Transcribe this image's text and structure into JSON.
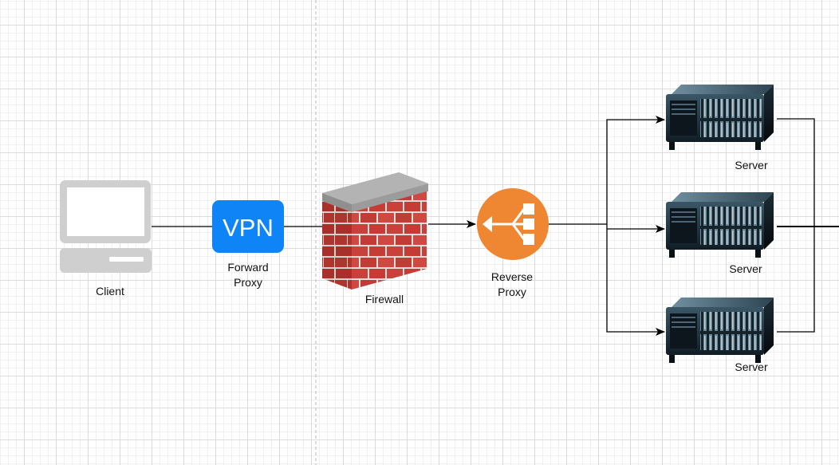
{
  "nodes": {
    "client": {
      "label": "Client"
    },
    "vpn": {
      "icon_text": "VPN",
      "label_line1": "Forward",
      "label_line2": "Proxy"
    },
    "firewall": {
      "label": "Firewall"
    },
    "reverse_proxy": {
      "label_line1": "Reverse",
      "label_line2": "Proxy"
    },
    "server1": {
      "label": "Server"
    },
    "server2": {
      "label": "Server"
    },
    "server3": {
      "label": "Server"
    }
  },
  "colors": {
    "vpn_blue": "#0f84f7",
    "proxy_orange": "#ef8632",
    "brick_red": "#c9413b",
    "connector": "#000000"
  }
}
